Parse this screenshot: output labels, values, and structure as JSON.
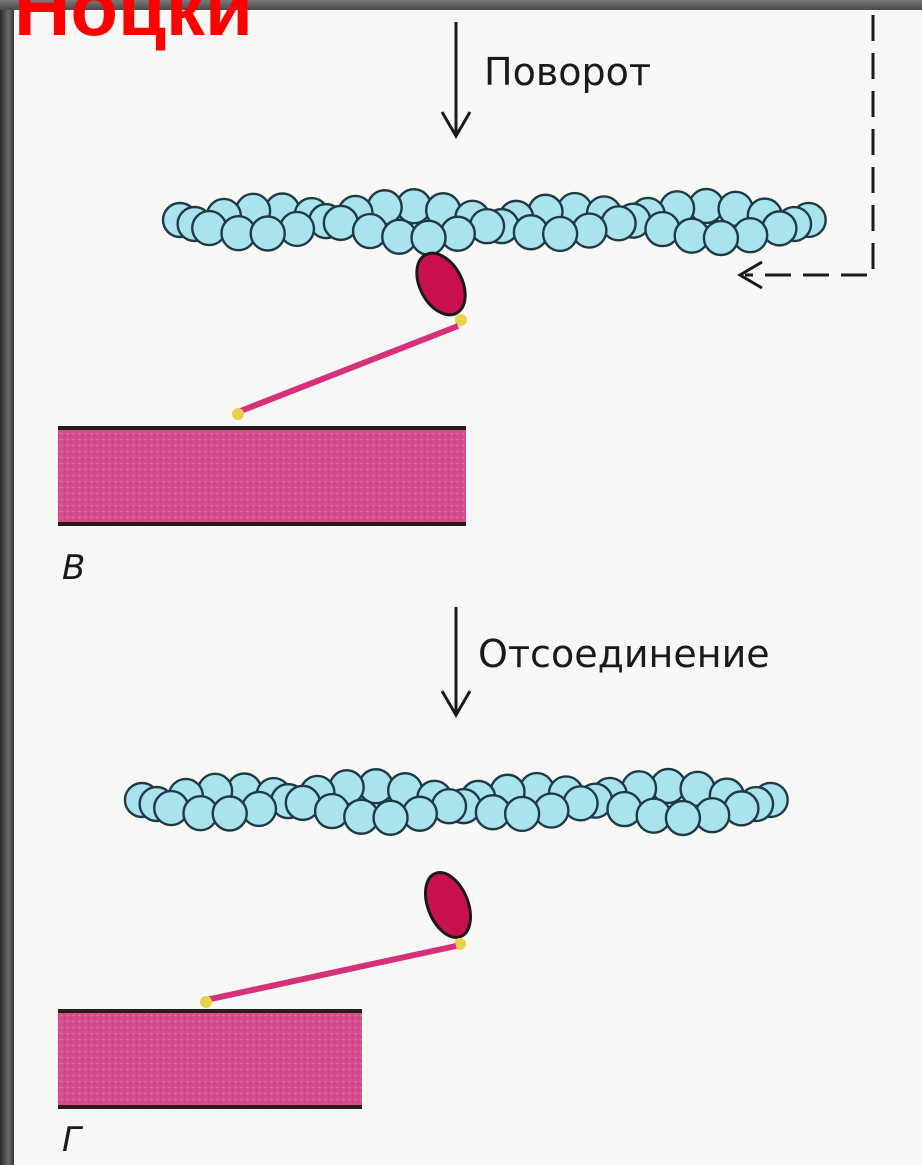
{
  "slide_title_fragment": "Ноцки",
  "panel_top": {
    "step_label": "Поворот",
    "panel_letter": "В"
  },
  "panel_bottom": {
    "step_label": "Отсоединение",
    "panel_letter": "Г"
  },
  "colors": {
    "actin_fill": "#a9e4ee",
    "actin_stroke": "#1f3a44",
    "myosin_head": "#c8104e",
    "myosin_tail": "#d6307a",
    "thick_filament": "#d64d8c",
    "hinge": "#e8d24a",
    "title_red": "#ff0000"
  }
}
